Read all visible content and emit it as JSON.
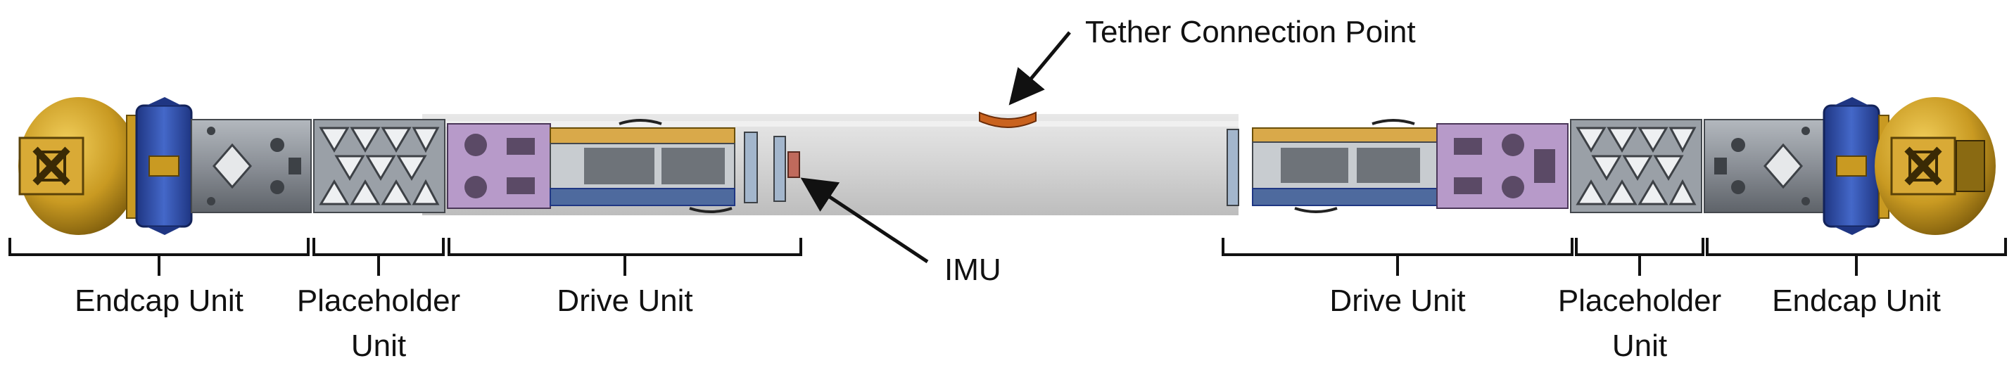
{
  "diagram": {
    "callouts": {
      "tether": "Tether Connection Point",
      "imu": "IMU"
    },
    "left_units": [
      {
        "line1": "Endcap Unit",
        "line2": ""
      },
      {
        "line1": "Placeholder",
        "line2": "Unit"
      },
      {
        "line1": "Drive Unit",
        "line2": ""
      }
    ],
    "right_units": [
      {
        "line1": "Drive Unit",
        "line2": ""
      },
      {
        "line1": "Placeholder",
        "line2": "Unit"
      },
      {
        "line1": "Endcap Unit",
        "line2": ""
      }
    ],
    "colors": {
      "tube": "#d4d4d4",
      "gold": "#c99a22",
      "blue": "#2f4fa8",
      "metal": "#8a8f96",
      "purple": "#b79ac9",
      "copper": "#b8612a"
    }
  }
}
